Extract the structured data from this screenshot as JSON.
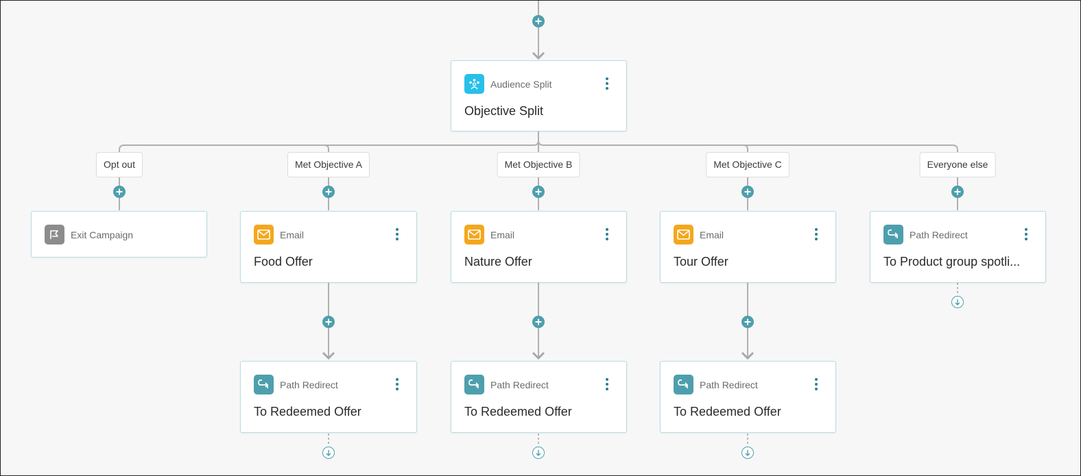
{
  "split": {
    "type": "Audience Split",
    "title": "Objective Split"
  },
  "branches": [
    {
      "label": "Opt out"
    },
    {
      "label": "Met Objective A"
    },
    {
      "label": "Met Objective B"
    },
    {
      "label": "Met Objective C"
    },
    {
      "label": "Everyone else"
    }
  ],
  "exit": {
    "label": "Exit Campaign"
  },
  "emails": [
    {
      "type": "Email",
      "title": "Food Offer"
    },
    {
      "type": "Email",
      "title": "Nature Offer"
    },
    {
      "type": "Email",
      "title": "Tour Offer"
    }
  ],
  "redirects": [
    {
      "type": "Path Redirect",
      "title": "To Redeemed Offer"
    },
    {
      "type": "Path Redirect",
      "title": "To Redeemed Offer"
    },
    {
      "type": "Path Redirect",
      "title": "To Redeemed Offer"
    },
    {
      "type": "Path Redirect",
      "title": "To Product group spotli..."
    }
  ],
  "colors": {
    "accent": "#4e9fad",
    "email_icon": "#f4a71d",
    "split_icon": "#27c0e8",
    "exit_icon": "#8c8c8c",
    "connector": "#b0b0b0",
    "node_border": "#b7dce2"
  },
  "icons": {
    "split": "audience-split-icon",
    "email": "envelope-icon",
    "redirect": "path-redirect-icon",
    "exit": "flag-icon",
    "add": "plus-icon",
    "continue": "arrow-down-circle-icon",
    "menu": "more-vertical-icon"
  }
}
